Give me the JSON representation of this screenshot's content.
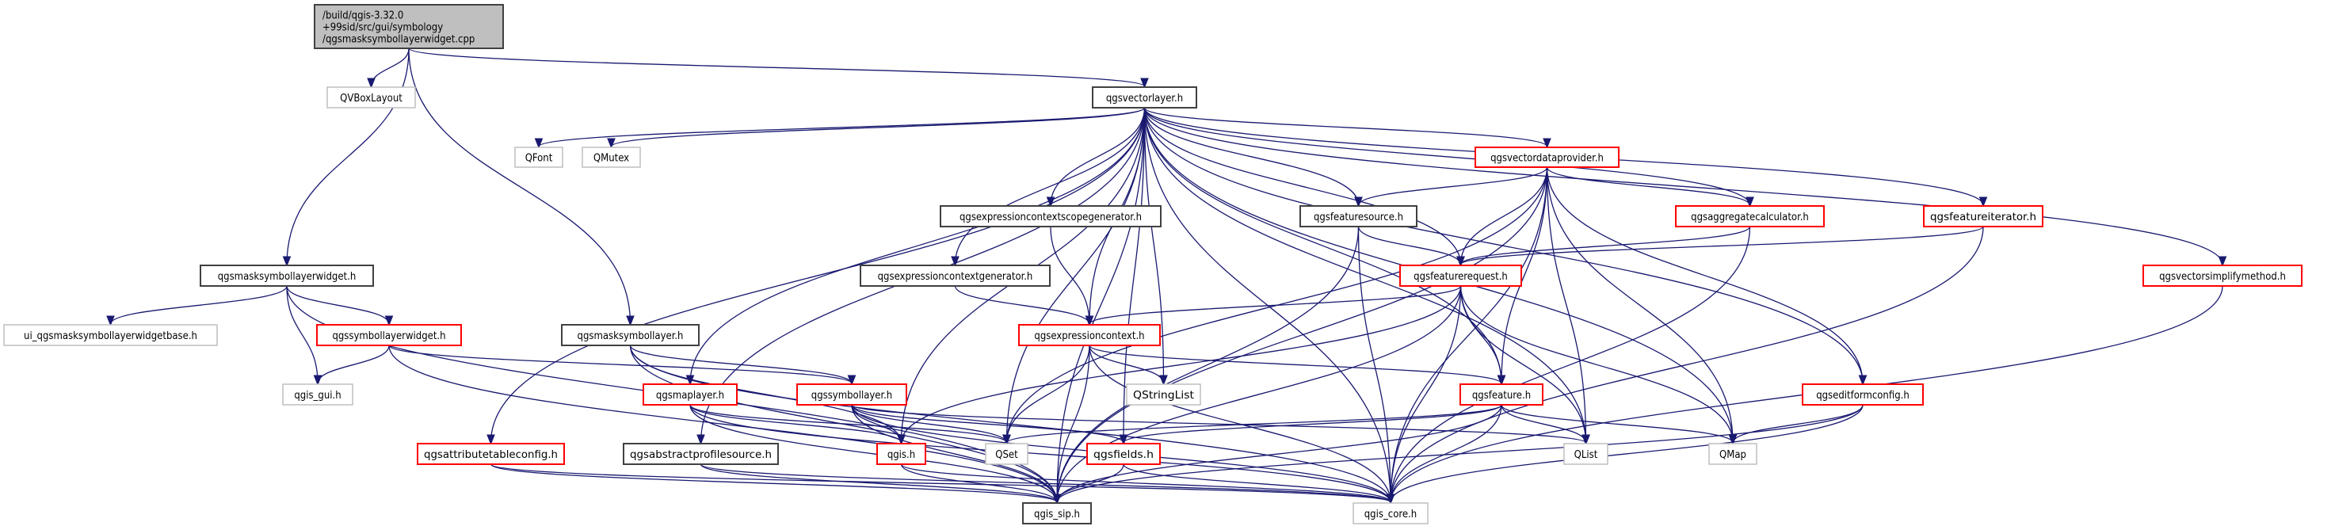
{
  "colors": {
    "edge": "#191970",
    "documented_border": "#404040",
    "truncated_border": "#ff0000",
    "external_border": "#bfbfbf",
    "root_fill": "#bfbfbf"
  },
  "nodes": [
    {
      "id": "root",
      "lines": [
        "/build/qgis-3.32.0",
        "+99sid/src/gui/symbology",
        "/qgsmasksymbollayerwidget.cpp"
      ],
      "kind": "root"
    },
    {
      "id": "qvboxlayout",
      "lines": [
        "QVBoxLayout"
      ],
      "kind": "external"
    },
    {
      "id": "qgsvectorlayer",
      "lines": [
        "qgsvectorlayer.h"
      ],
      "kind": "documented"
    },
    {
      "id": "qfont",
      "lines": [
        "QFont"
      ],
      "kind": "external"
    },
    {
      "id": "qmutex",
      "lines": [
        "QMutex"
      ],
      "kind": "external"
    },
    {
      "id": "qgsvectordataprovider",
      "lines": [
        "qgsvectordataprovider.h"
      ],
      "kind": "truncated"
    },
    {
      "id": "qgsexpressioncontextscopegenerator",
      "lines": [
        "qgsexpressioncontextscopegenerator.h"
      ],
      "kind": "documented"
    },
    {
      "id": "qgsfeaturesource",
      "lines": [
        "qgsfeaturesource.h"
      ],
      "kind": "documented"
    },
    {
      "id": "qgsaggregatecalculator",
      "lines": [
        "qgsaggregatecalculator.h"
      ],
      "kind": "truncated"
    },
    {
      "id": "qgsfeatureiterator",
      "lines": [
        "qgsfeatureiterator.h"
      ],
      "kind": "truncated"
    },
    {
      "id": "qgsmasksymbollayerwidget",
      "lines": [
        "qgsmasksymbollayerwidget.h"
      ],
      "kind": "documented"
    },
    {
      "id": "qgsexpressioncontextgenerator",
      "lines": [
        "qgsexpressioncontextgenerator.h"
      ],
      "kind": "documented"
    },
    {
      "id": "qgsfeaturerequest",
      "lines": [
        "qgsfeaturerequest.h"
      ],
      "kind": "truncated"
    },
    {
      "id": "qgsvectorsimplifymethod",
      "lines": [
        "qgsvectorsimplifymethod.h"
      ],
      "kind": "truncated"
    },
    {
      "id": "ui_base",
      "lines": [
        "ui_qgsmasksymbollayerwidgetbase.h"
      ],
      "kind": "external"
    },
    {
      "id": "qgssymbollayerwidget",
      "lines": [
        "qgssymbollayerwidget.h"
      ],
      "kind": "truncated"
    },
    {
      "id": "qgsmasksymbollayer",
      "lines": [
        "qgsmasksymbollayer.h"
      ],
      "kind": "documented"
    },
    {
      "id": "qgsexpressioncontext",
      "lines": [
        "qgsexpressioncontext.h"
      ],
      "kind": "truncated"
    },
    {
      "id": "qgis_gui",
      "lines": [
        "qgis_gui.h"
      ],
      "kind": "external"
    },
    {
      "id": "qgsmaplayer",
      "lines": [
        "qgsmaplayer.h"
      ],
      "kind": "truncated"
    },
    {
      "id": "qgssymbollayer",
      "lines": [
        "qgssymbollayer.h"
      ],
      "kind": "truncated"
    },
    {
      "id": "qstringlist",
      "lines": [
        "QStringList"
      ],
      "kind": "external"
    },
    {
      "id": "qgsfeature",
      "lines": [
        "qgsfeature.h"
      ],
      "kind": "truncated"
    },
    {
      "id": "qgseditformconfig",
      "lines": [
        "qgseditformconfig.h"
      ],
      "kind": "truncated"
    },
    {
      "id": "qgsattributetableconfig",
      "lines": [
        "qgsattributetableconfig.h"
      ],
      "kind": "truncated"
    },
    {
      "id": "qgsabstractprofilesource",
      "lines": [
        "qgsabstractprofilesource.h"
      ],
      "kind": "documented"
    },
    {
      "id": "qgis",
      "lines": [
        "qgis.h"
      ],
      "kind": "truncated"
    },
    {
      "id": "qset",
      "lines": [
        "QSet"
      ],
      "kind": "external"
    },
    {
      "id": "qgsfields",
      "lines": [
        "qgsfields.h"
      ],
      "kind": "truncated"
    },
    {
      "id": "qlist",
      "lines": [
        "QList"
      ],
      "kind": "external"
    },
    {
      "id": "qmap",
      "lines": [
        "QMap"
      ],
      "kind": "external"
    },
    {
      "id": "qgis_sip",
      "lines": [
        "qgis_sip.h"
      ],
      "kind": "documented"
    },
    {
      "id": "qgis_core",
      "lines": [
        "qgis_core.h"
      ],
      "kind": "external"
    }
  ],
  "edges": [
    [
      "root",
      "qvboxlayout"
    ],
    [
      "root",
      "qgsvectorlayer"
    ],
    [
      "root",
      "qgsmasksymbollayerwidget"
    ],
    [
      "root",
      "qgsmasksymbollayer"
    ],
    [
      "qgsmasksymbollayerwidget",
      "ui_base"
    ],
    [
      "qgsmasksymbollayerwidget",
      "qgssymbollayerwidget"
    ],
    [
      "qgsmasksymbollayerwidget",
      "qgis_gui"
    ],
    [
      "qgsmasksymbollayerwidget",
      "qgis_sip"
    ],
    [
      "qgssymbollayerwidget",
      "qgis_gui"
    ],
    [
      "qgssymbollayerwidget",
      "qgssymbollayer"
    ],
    [
      "qgssymbollayerwidget",
      "qgis_sip"
    ],
    [
      "qgsmasksymbollayer",
      "qgssymbollayer"
    ],
    [
      "qgsmasksymbollayer",
      "qgis"
    ],
    [
      "qgsmasksymbollayer",
      "qgis_core"
    ],
    [
      "qgsmasksymbollayer",
      "qgis_sip"
    ],
    [
      "qgsvectorlayer",
      "qfont"
    ],
    [
      "qgsvectorlayer",
      "qmutex"
    ],
    [
      "qgsvectorlayer",
      "qgsvectordataprovider"
    ],
    [
      "qgsvectorlayer",
      "qgsexpressioncontextscopegenerator"
    ],
    [
      "qgsvectorlayer",
      "qgsfeaturesource"
    ],
    [
      "qgsvectorlayer",
      "qgsaggregatecalculator"
    ],
    [
      "qgsvectorlayer",
      "qgsfeatureiterator"
    ],
    [
      "qgsvectorlayer",
      "qgsvectorsimplifymethod"
    ],
    [
      "qgsvectorlayer",
      "qgsexpressioncontextgenerator"
    ],
    [
      "qgsvectorlayer",
      "qgsfeaturerequest"
    ],
    [
      "qgsvectorlayer",
      "qgsexpressioncontext"
    ],
    [
      "qgsvectorlayer",
      "qstringlist"
    ],
    [
      "qgsvectorlayer",
      "qgsmaplayer"
    ],
    [
      "qgsvectorlayer",
      "qgsfeature"
    ],
    [
      "qgsvectorlayer",
      "qgseditformconfig"
    ],
    [
      "qgsvectorlayer",
      "qgsattributetableconfig"
    ],
    [
      "qgsvectorlayer",
      "qgsabstractprofilesource"
    ],
    [
      "qgsvectorlayer",
      "qgis"
    ],
    [
      "qgsvectorlayer",
      "qset"
    ],
    [
      "qgsvectorlayer",
      "qgsfields"
    ],
    [
      "qgsvectorlayer",
      "qlist"
    ],
    [
      "qgsvectorlayer",
      "qmap"
    ],
    [
      "qgsvectorlayer",
      "qgis_core"
    ],
    [
      "qgsvectorlayer",
      "qgis_sip"
    ],
    [
      "qgsvectordataprovider",
      "qgsfeaturesource"
    ],
    [
      "qgsvectordataprovider",
      "qgsaggregatecalculator"
    ],
    [
      "qgsvectordataprovider",
      "qgsfeaturerequest"
    ],
    [
      "qgsvectordataprovider",
      "qgsfeature"
    ],
    [
      "qgsvectordataprovider",
      "qlist"
    ],
    [
      "qgsvectordataprovider",
      "qmap"
    ],
    [
      "qgsvectordataprovider",
      "qgis_core"
    ],
    [
      "qgsvectordataprovider",
      "qgis_sip"
    ],
    [
      "qgsvectordataprovider",
      "qset"
    ],
    [
      "qgsvectordataprovider",
      "qgseditformconfig"
    ],
    [
      "qgsexpressioncontextscopegenerator",
      "qgsexpressioncontext"
    ],
    [
      "qgsexpressioncontextgenerator",
      "qgsexpressioncontext"
    ],
    [
      "qgsfeaturesource",
      "qgsfeaturerequest"
    ],
    [
      "qgsfeaturesource",
      "qgis_core"
    ],
    [
      "qgsfeaturesource",
      "qgis_sip"
    ],
    [
      "qgsaggregatecalculator",
      "qgsfeaturerequest"
    ],
    [
      "qgsaggregatecalculator",
      "qgis_core"
    ],
    [
      "qgsfeatureiterator",
      "qgsfeaturerequest"
    ],
    [
      "qgsfeatureiterator",
      "qgis_core"
    ],
    [
      "qgsfeaturerequest",
      "qgsexpressioncontext"
    ],
    [
      "qgsfeaturerequest",
      "qgsfeature"
    ],
    [
      "qgsfeaturerequest",
      "qlist"
    ],
    [
      "qgsfeaturerequest",
      "qgis"
    ],
    [
      "qgsfeaturerequest",
      "qgis_core"
    ],
    [
      "qgsfeaturerequest",
      "qgis_sip"
    ],
    [
      "qgsfeaturerequest",
      "qmap"
    ],
    [
      "qgsexpressioncontext",
      "qstringlist"
    ],
    [
      "qgsexpressioncontext",
      "qgsfeature"
    ],
    [
      "qgsexpressioncontext",
      "qset"
    ],
    [
      "qgsexpressioncontext",
      "qgis_sip"
    ],
    [
      "qgsexpressioncontext",
      "qgis_core"
    ],
    [
      "qgsfeature",
      "qlist"
    ],
    [
      "qgsfeature",
      "qmap"
    ],
    [
      "qgsfeature",
      "qset"
    ],
    [
      "qgsfeature",
      "qgsfields"
    ],
    [
      "qgsfeature",
      "qgis_core"
    ],
    [
      "qgsfeature",
      "qgis_sip"
    ],
    [
      "qgssymbollayer",
      "qgis"
    ],
    [
      "qgssymbollayer",
      "qset"
    ],
    [
      "qgssymbollayer",
      "qgsfields"
    ],
    [
      "qgssymbollayer",
      "qlist"
    ],
    [
      "qgssymbollayer",
      "qgis_core"
    ],
    [
      "qgssymbollayer",
      "qgis_sip"
    ],
    [
      "qgsmaplayer",
      "qgis"
    ],
    [
      "qgsmaplayer",
      "qset"
    ],
    [
      "qgsmaplayer",
      "qgis_sip"
    ],
    [
      "qgsmaplayer",
      "qgis_core"
    ],
    [
      "qgsattributetableconfig",
      "qgis_core"
    ],
    [
      "qgsattributetableconfig",
      "qgis_sip"
    ],
    [
      "qgsabstractprofilesource",
      "qgis_core"
    ],
    [
      "qgsabstractprofilesource",
      "qgis_sip"
    ],
    [
      "qgis",
      "qgis_sip"
    ],
    [
      "qgis",
      "qgis_core"
    ],
    [
      "qgsfields",
      "qgis_sip"
    ],
    [
      "qgsfields",
      "qgis_core"
    ],
    [
      "qgseditformconfig",
      "qmap"
    ],
    [
      "qgseditformconfig",
      "qgis_core"
    ],
    [
      "qgseditformconfig",
      "qgis_sip"
    ],
    [
      "qgsvectorsimplifymethod",
      "qgis_core"
    ]
  ]
}
